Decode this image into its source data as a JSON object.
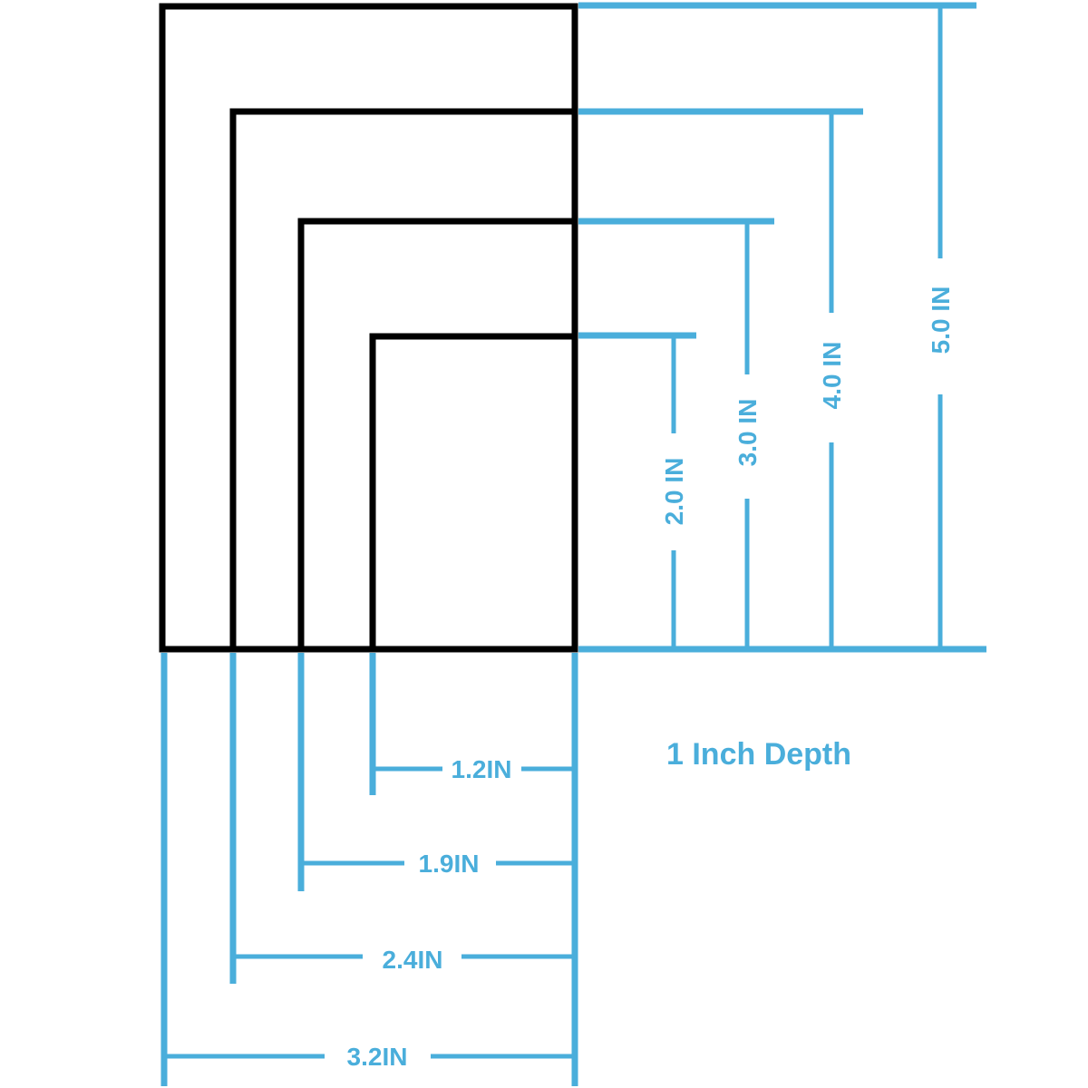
{
  "colors": {
    "outline": "#000000",
    "dimension": "#4aaedb"
  },
  "depth_note": "1 Inch Depth",
  "heights": [
    {
      "label": "2.0 IN"
    },
    {
      "label": "3.0 IN"
    },
    {
      "label": "4.0 IN"
    },
    {
      "label": "5.0 IN"
    }
  ],
  "widths": [
    {
      "label": "1.2IN"
    },
    {
      "label": "1.9IN"
    },
    {
      "label": "2.4IN"
    },
    {
      "label": "3.2IN"
    }
  ]
}
